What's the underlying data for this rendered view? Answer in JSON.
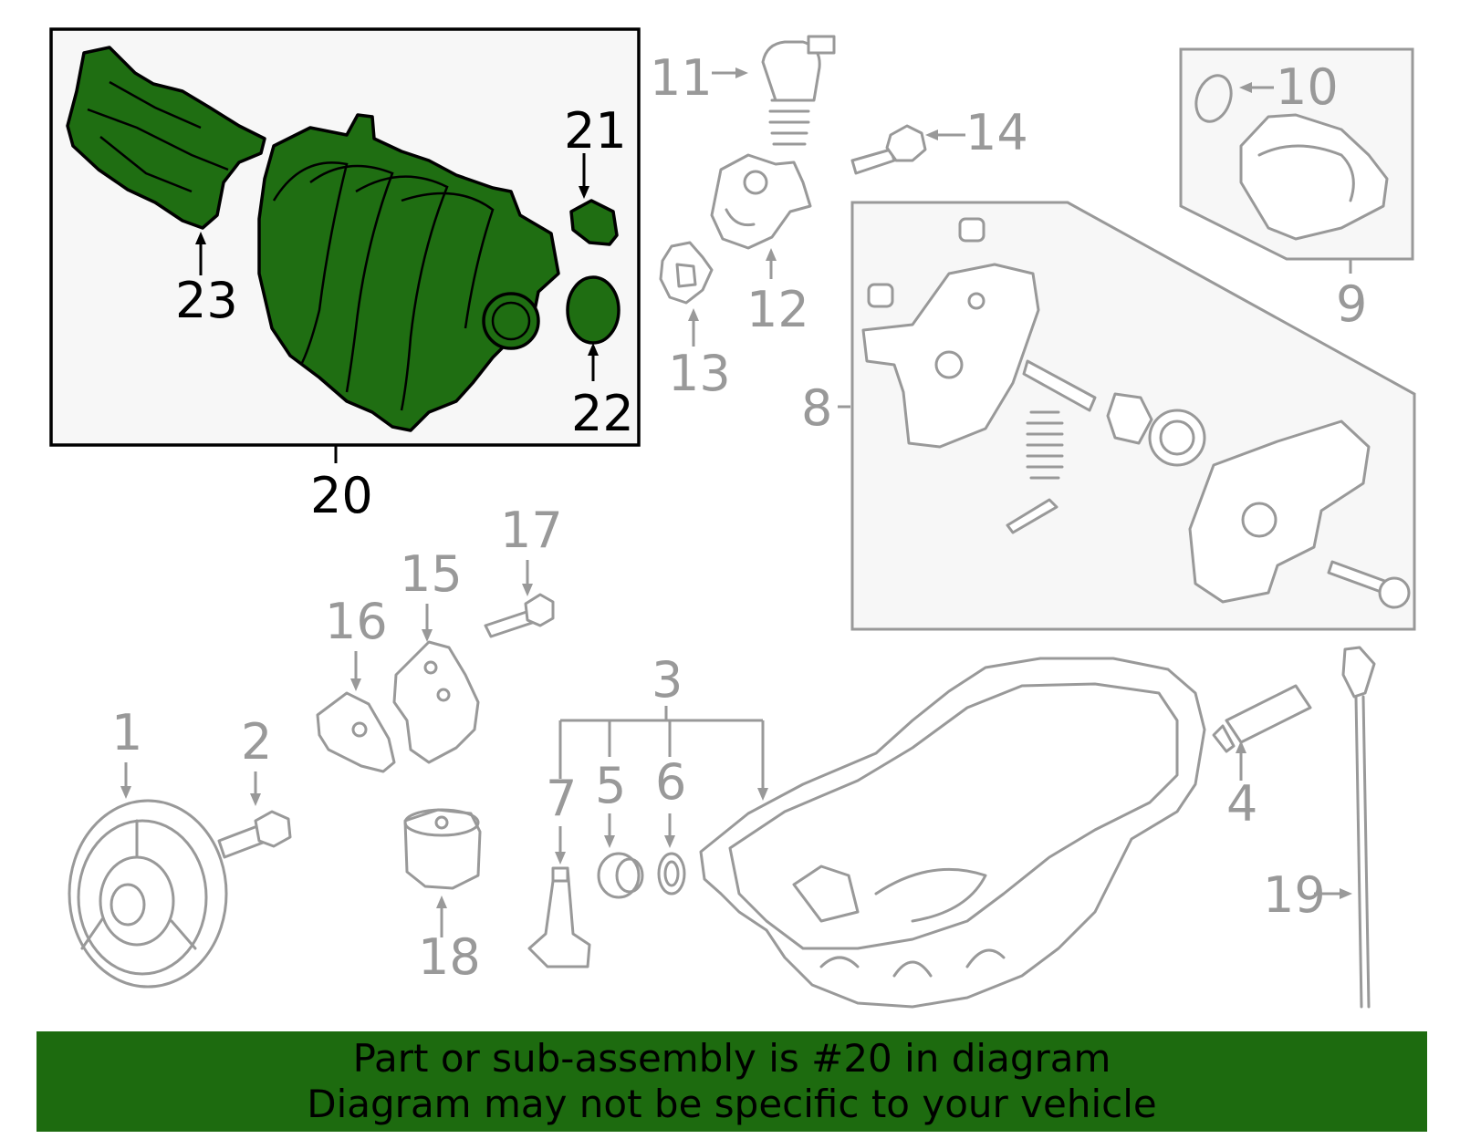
{
  "callouts": {
    "c1": "1",
    "c2": "2",
    "c3": "3",
    "c4": "4",
    "c5": "5",
    "c6": "6",
    "c7": "7",
    "c8": "8",
    "c9": "9",
    "c10": "10",
    "c11": "11",
    "c12": "12",
    "c13": "13",
    "c14": "14",
    "c15": "15",
    "c16": "16",
    "c17": "17",
    "c18": "18",
    "c19": "19",
    "c20": "20",
    "c21": "21",
    "c22": "22",
    "c23": "23"
  },
  "highlight": {
    "part_number": "20",
    "color": "#1f6e12",
    "banner_color": "#1d6b0f"
  },
  "banner": {
    "line1": "Part or sub-assembly is #20 in diagram",
    "line2": "Diagram may not be specific to your vehicle"
  }
}
